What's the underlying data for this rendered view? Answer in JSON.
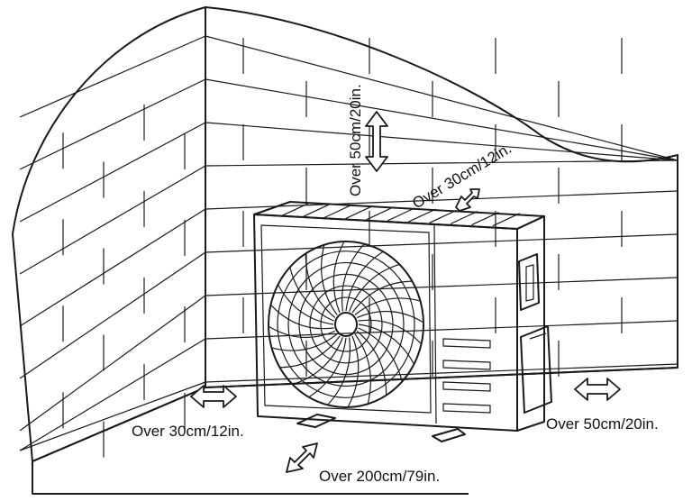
{
  "clearances": {
    "top": "Over 50cm/20in.",
    "back": "Over 30cm/12in.",
    "left": "Over 30cm/12in.",
    "right": "Over 50cm/20in.",
    "front": "Over 200cm/79in."
  },
  "colors": {
    "line": "#1a1a1a",
    "background": "#ffffff"
  },
  "icons": {
    "clearance_arrow": "double-headed-arrow-icon",
    "fan": "fan-icon"
  }
}
